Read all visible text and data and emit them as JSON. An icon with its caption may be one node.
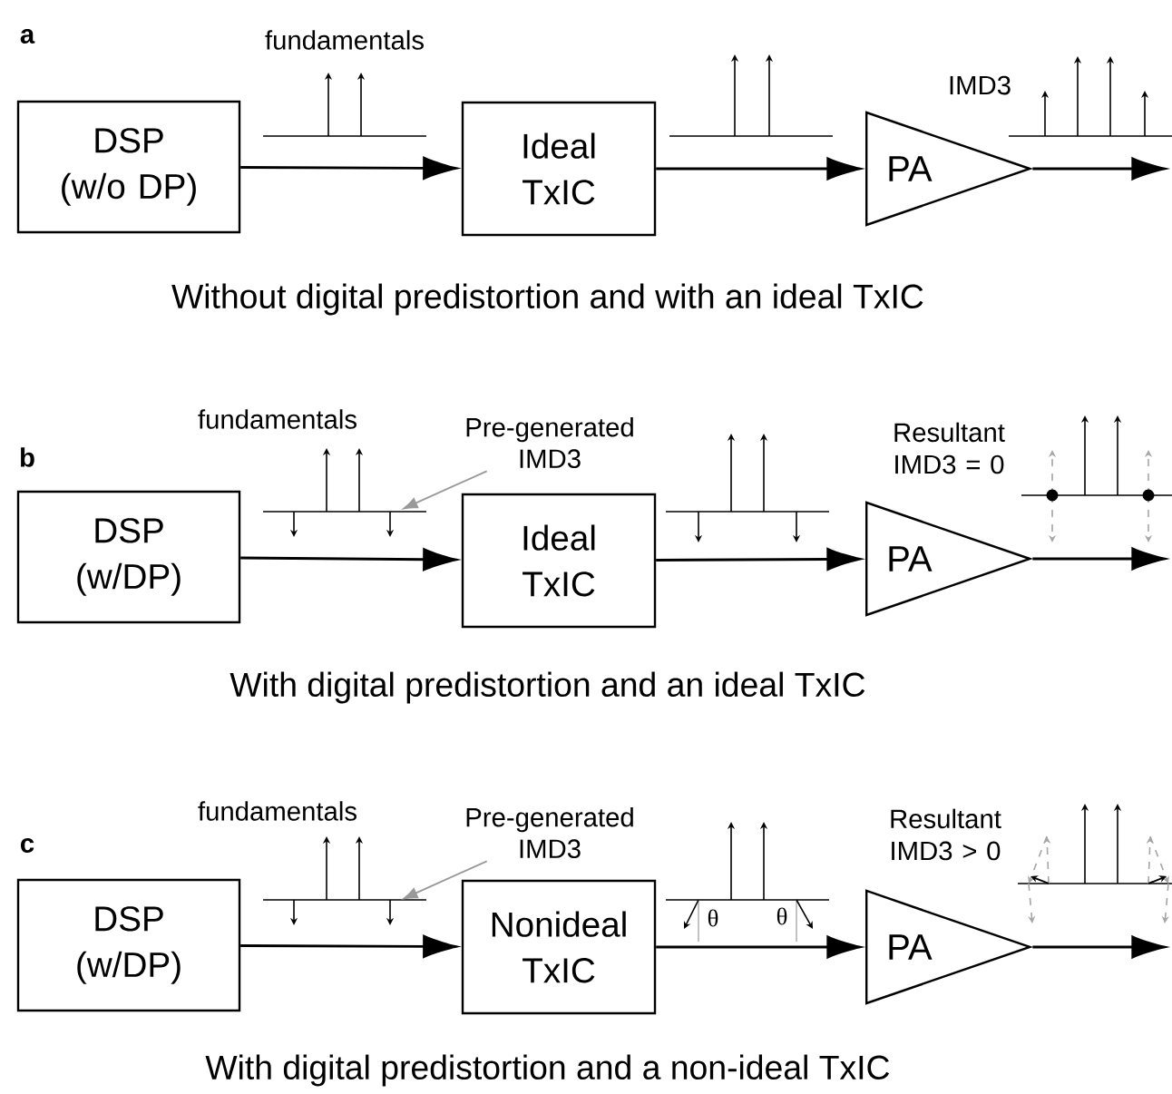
{
  "diagram": {
    "nodes": [
      {
        "text": [
          "DSP (w/o DP)"
        ]
      },
      {
        "text": [
          "Ideal TxIC"
        ]
      },
      {
        "text": [
          "PA"
        ]
      },
      {
        "text": [
          "DSP (w/DP)"
        ]
      },
      {
        "text": [
          "Ideal TxIC"
        ]
      },
      {
        "text": [
          "PA"
        ]
      },
      {
        "text": [
          "Pre-generated IMD3"
        ]
      },
      {
        "text": [
          "DSP (w/DP)"
        ]
      },
      {
        "text": [
          "Nonideal TxIC"
        ]
      },
      {
        "text": [
          "PA"
        ]
      },
      {
        "text": [
          "Pre-generated IMD3"
        ]
      }
    ],
    "edges": [
      {
        "from": 0,
        "to": 1,
        "arrow": "to"
      },
      {
        "from": 1,
        "to": 2,
        "arrow": "to"
      },
      {
        "from": 2,
        "to": null,
        "arrow": "to"
      },
      {
        "from": 3,
        "to": 4,
        "arrow": "to"
      },
      {
        "from": 4,
        "to": 5,
        "arrow": "to"
      },
      {
        "from": 5,
        "to": null,
        "arrow": "to"
      },
      {
        "from": 6,
        "to": null,
        "arrow": "to",
        "color": "#999999"
      },
      {
        "from": 7,
        "to": 8,
        "arrow": "to"
      },
      {
        "from": 8,
        "to": 9,
        "arrow": "to"
      },
      {
        "from": 9,
        "to": null,
        "arrow": "to"
      },
      {
        "from": 10,
        "to": null,
        "arrow": "to",
        "color": "#999999"
      }
    ],
    "labels": [
      "a",
      "fundamentals",
      "IMD3",
      "Without digital predistortion and with an ideal TxIC",
      "b",
      "fundamentals",
      "Resultant IMD3 = 0",
      "With digital predistortion and an ideal TxIC",
      "c",
      "fundamentals",
      "θ",
      "θ",
      "Resultant IMD3 > 0",
      "With digital predistortion and a non-ideal TxIC"
    ]
  }
}
